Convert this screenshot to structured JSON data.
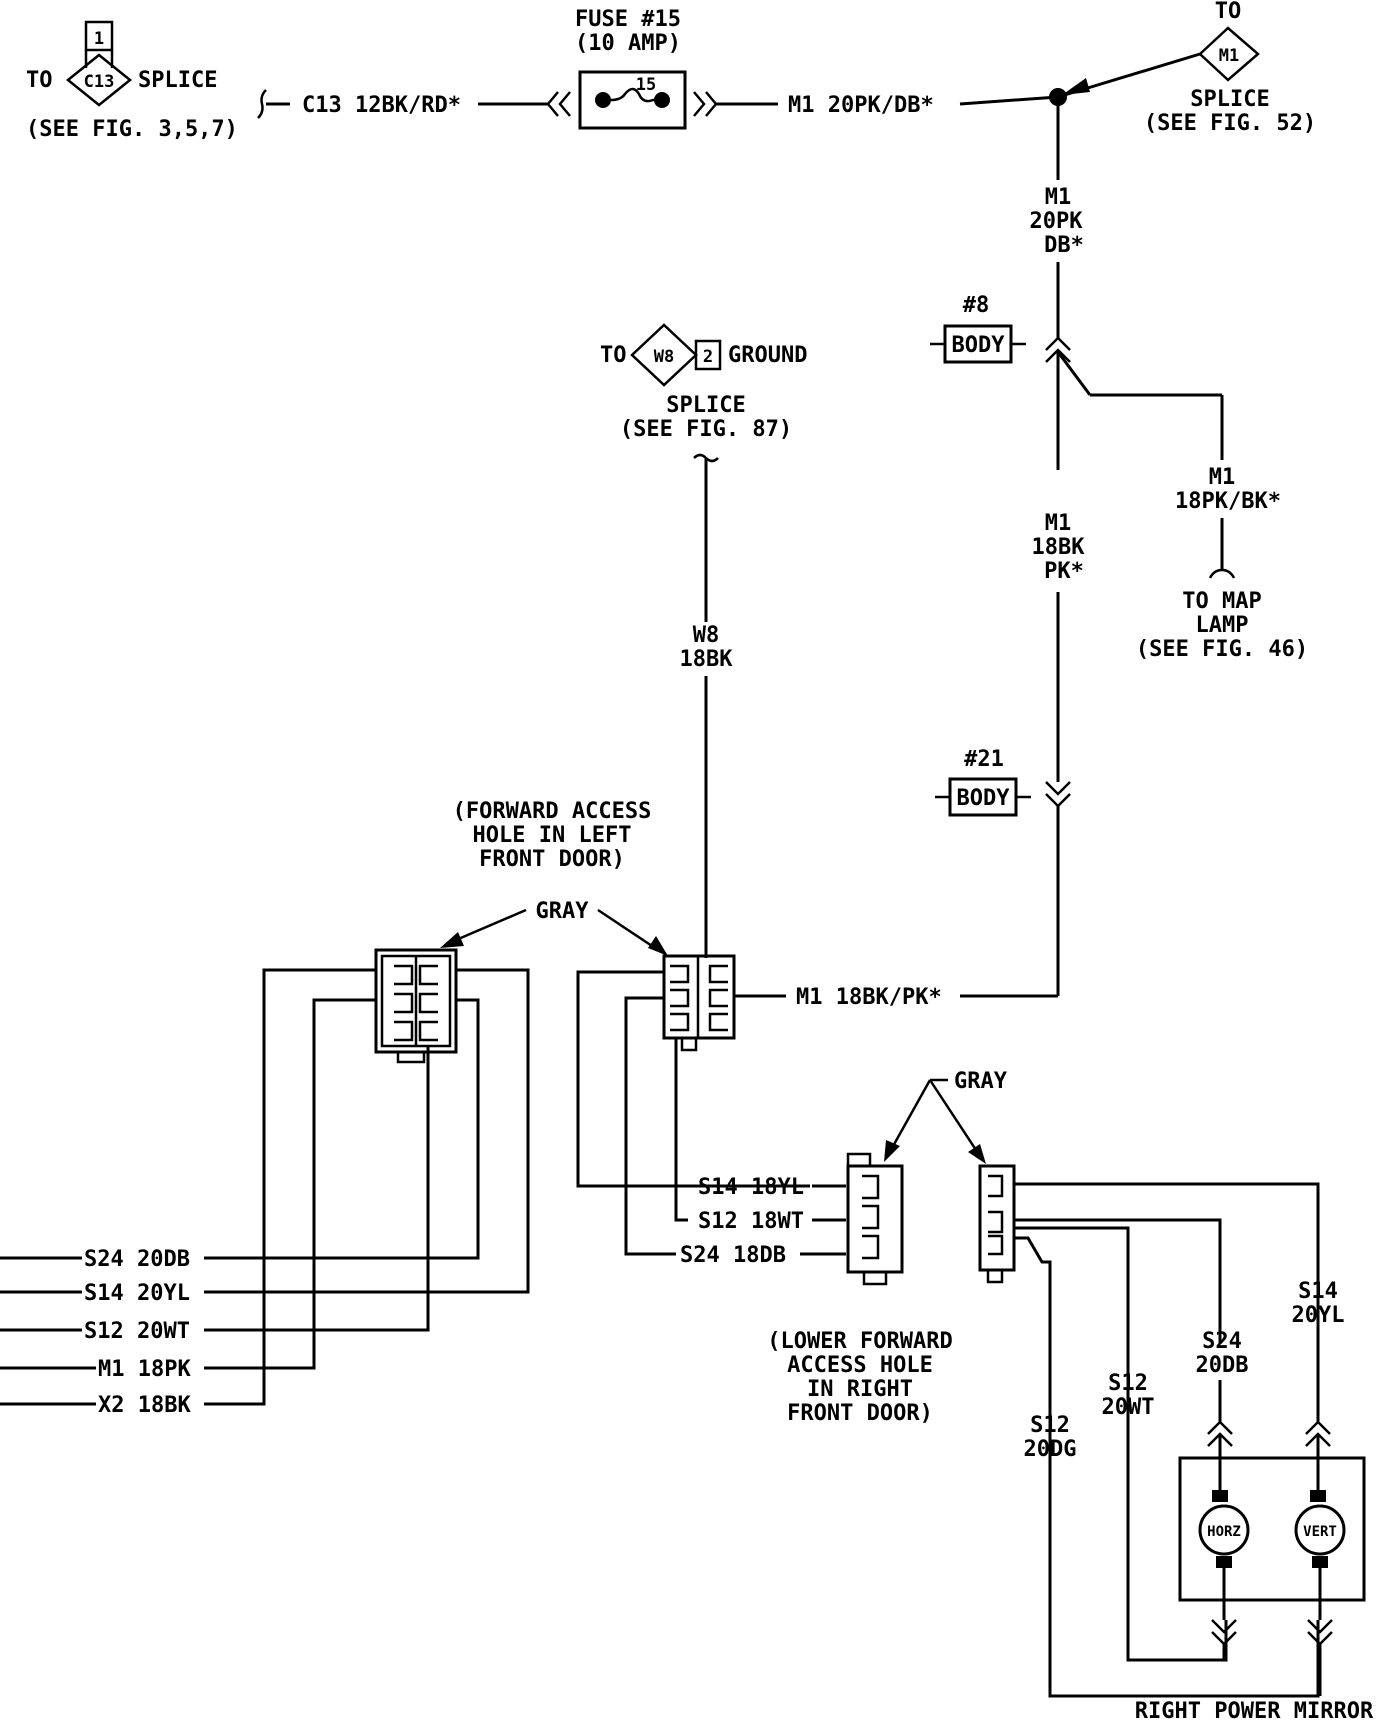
{
  "labels": {
    "fuse_title": "FUSE #15",
    "fuse_rating": "(10 AMP)",
    "fuse_number": "15",
    "c13_pin": "1",
    "c13_to": "TO",
    "c13_connector": "C13",
    "c13_splice": "SPLICE",
    "c13_see": "(SEE FIG. 3,5,7)",
    "c13_wire": "C13 12BK/RD*",
    "m1_top_wire": "M1 20PK/DB*",
    "m1_to": "TO",
    "m1_connector": "M1",
    "m1_splice": "SPLICE",
    "m1_see": "(SEE FIG. 52)",
    "m1_vert_1": "M1",
    "m1_vert_2": "20PK",
    "m1_vert_3": "DB*",
    "body8_num": "#8",
    "body8_label": "BODY",
    "map_wire_1": "M1",
    "map_wire_2": "18PK/BK*",
    "map_to_1": "TO MAP",
    "map_to_2": "LAMP",
    "map_see": "(SEE FIG. 46)",
    "m1_18_1": "M1",
    "m1_18_2": "18BK",
    "m1_18_3": "PK*",
    "w8_to": "TO",
    "w8_connector": "W8",
    "w8_pin": "2",
    "w8_ground": "GROUND",
    "w8_splice": "SPLICE",
    "w8_see": "(SEE FIG. 87)",
    "w8_wire_1": "W8",
    "w8_wire_2": "18BK",
    "body21_num": "#21",
    "body21_label": "BODY",
    "fwd_access_1": "(FORWARD ACCESS",
    "fwd_access_2": "HOLE IN LEFT",
    "fwd_access_3": "FRONT DOOR)",
    "gray_1": "GRAY",
    "m1_horizontal": "M1 18BK/PK*",
    "gray_2": "GRAY",
    "s14_18yl": "S14 18YL",
    "s12_18wt": "S12 18WT",
    "s24_18db": "S24 18DB",
    "lower_1": "(LOWER FORWARD",
    "lower_2": "ACCESS HOLE",
    "lower_3": "IN RIGHT",
    "lower_4": "FRONT DOOR)",
    "left_s24": "S24 20DB",
    "left_s14": "S14 20YL",
    "left_s12": "S12 20WT",
    "left_m1": "M1 18PK",
    "left_x2": "X2 18BK",
    "r_s14_1": "S14",
    "r_s14_2": "20YL",
    "r_s24_1": "S24",
    "r_s24_2": "20DB",
    "r_s12wt_1": "S12",
    "r_s12wt_2": "20WT",
    "r_s12dg_1": "S12",
    "r_s12dg_2": "20DG",
    "motor_horz": "HORZ",
    "motor_vert": "VERT",
    "mirror_label": "RIGHT POWER MIRROR"
  }
}
